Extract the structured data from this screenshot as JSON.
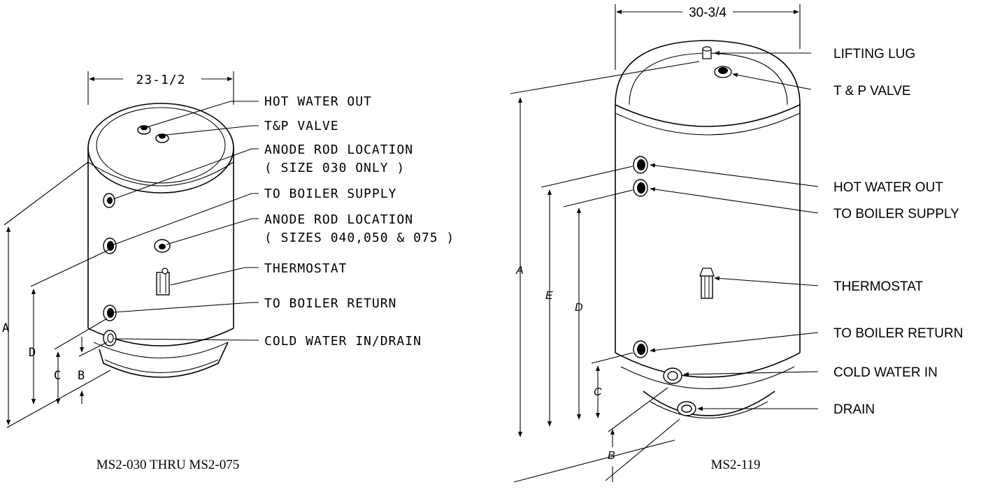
{
  "left_figure": {
    "width_dim": "23-1/2",
    "labels": {
      "hot_water_out": "HOT WATER OUT",
      "tp_valve": "T&P VALVE",
      "anode1_line1": "ANODE ROD LOCATION",
      "anode1_line2": "( SIZE 030 ONLY )",
      "to_boiler_supply": "TO BOILER SUPPLY",
      "anode2_line1": "ANODE ROD LOCATION",
      "anode2_line2": "( SIZES 040,050 & 075 )",
      "thermostat": "THERMOSTAT",
      "to_boiler_return": "TO BOILER RETURN",
      "cold_water_in_drain": "COLD WATER IN/DRAIN"
    },
    "dims": {
      "a": "A",
      "d": "D",
      "c": "C",
      "b": "B"
    },
    "caption": "MS2-030 THRU MS2-075"
  },
  "right_figure": {
    "width_dim": "30-3/4",
    "labels": {
      "lifting_lug": "LIFTING LUG",
      "tp_valve": "T & P VALVE",
      "hot_water_out": "HOT WATER OUT",
      "to_boiler_supply": "TO BOILER SUPPLY",
      "thermostat": "THERMOSTAT",
      "to_boiler_return": "TO BOILER RETURN",
      "cold_water_in": "COLD WATER IN",
      "drain": "DRAIN"
    },
    "dims": {
      "a": "A",
      "e": "E",
      "d": "D",
      "c": "C",
      "b": "B"
    },
    "caption": "MS2-119"
  }
}
